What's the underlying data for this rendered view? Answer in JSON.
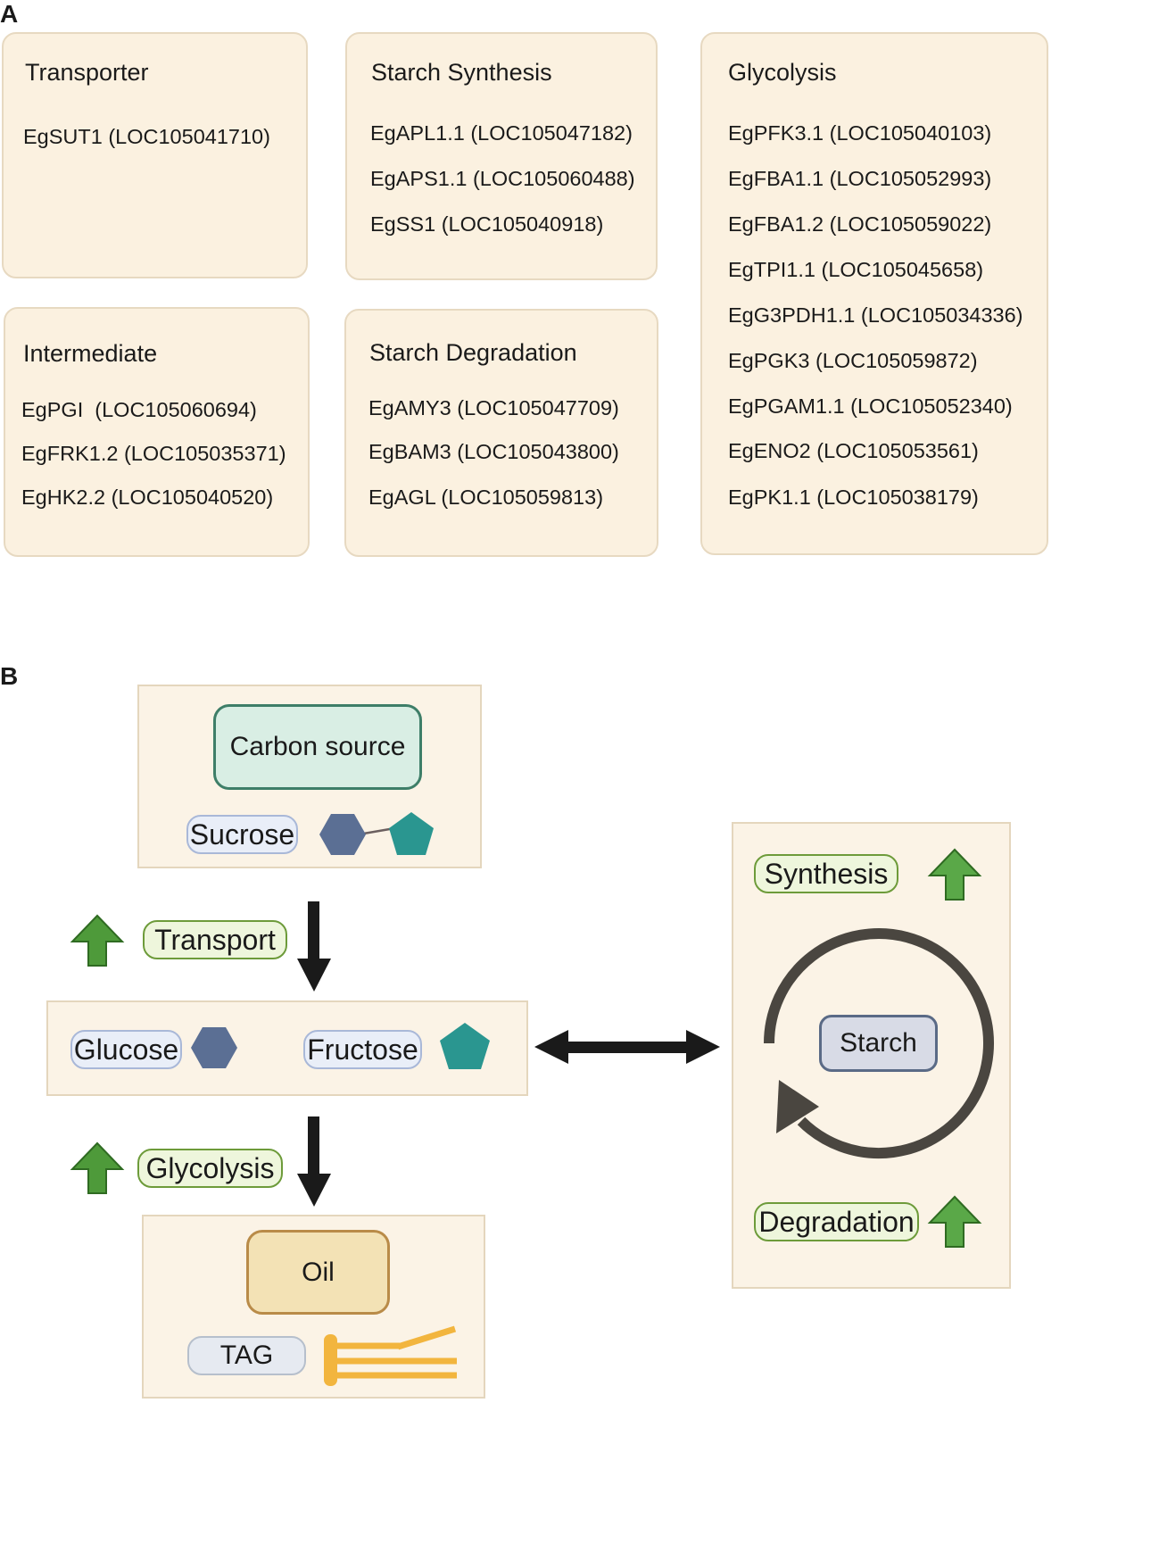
{
  "panel_a": {
    "letter": "A",
    "cards": [
      {
        "title": "Transporter",
        "genes": [
          "EgSUT1 (LOC105041710)"
        ]
      },
      {
        "title": "Starch Synthesis",
        "genes": [
          "EgAPL1.1 (LOC105047182)",
          "EgAPS1.1 (LOC105060488)",
          "EgSS1 (LOC105040918)"
        ]
      },
      {
        "title": "Glycolysis",
        "genes": [
          "EgPFK3.1 (LOC105040103)",
          "EgFBA1.1 (LOC105052993)",
          "EgFBA1.2 (LOC105059022)",
          "EgTPI1.1 (LOC105045658)",
          "EgG3PDH1.1 (LOC105034336)",
          "EgPGK3 (LOC105059872)",
          "EgPGAM1.1 (LOC105052340)",
          "EgENO2 (LOC105053561)",
          "EgPK1.1 (LOC105038179)"
        ]
      },
      {
        "title": "Intermediate",
        "genes": [
          "EgPGI  (LOC105060694)",
          "EgFRK1.2 (LOC105035371)",
          "EgHK2.2 (LOC105040520)"
        ]
      },
      {
        "title": "Starch Degradation",
        "genes": [
          "EgAMY3 (LOC105047709)",
          "EgBAM3 (LOC105043800)",
          "EgAGL (LOC105059813)"
        ]
      }
    ]
  },
  "panel_b": {
    "letter": "B",
    "carbon_source": "Carbon source",
    "sucrose": "Sucrose",
    "transport": "Transport",
    "glucose": "Glucose",
    "fructose": "Fructose",
    "glycolysis": "Glycolysis",
    "oil": "Oil",
    "tag": "TAG",
    "synthesis": "Synthesis",
    "starch": "Starch",
    "degradation": "Degradation"
  },
  "colors": {
    "card_bg": "#fbf1e0",
    "up_arrow": "#4e9a3a",
    "glucose_hexagon": "#5b6f94",
    "fructose_pentagon": "#2a9690",
    "oil_box": "#f3e2b5",
    "lipid_tail": "#f2b53e"
  }
}
